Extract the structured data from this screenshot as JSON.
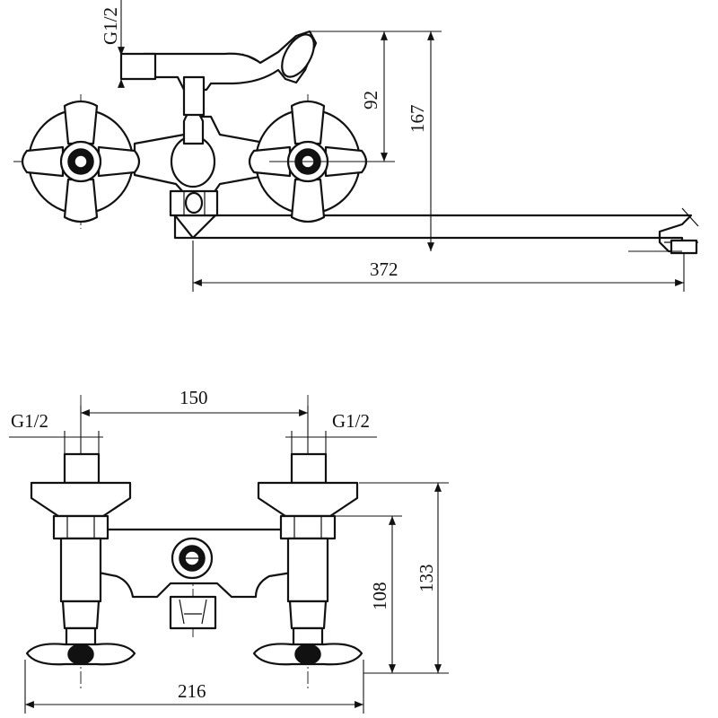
{
  "top_view": {
    "thread_label": "G1/2",
    "dim_height_small": "92",
    "dim_height_total": "167",
    "dim_spout_length": "372"
  },
  "front_view": {
    "thread_label_left": "G1/2",
    "thread_label_right": "G1/2",
    "dim_center_distance": "150",
    "dim_height_outer": "133",
    "dim_height_inner": "108",
    "dim_width": "216"
  }
}
